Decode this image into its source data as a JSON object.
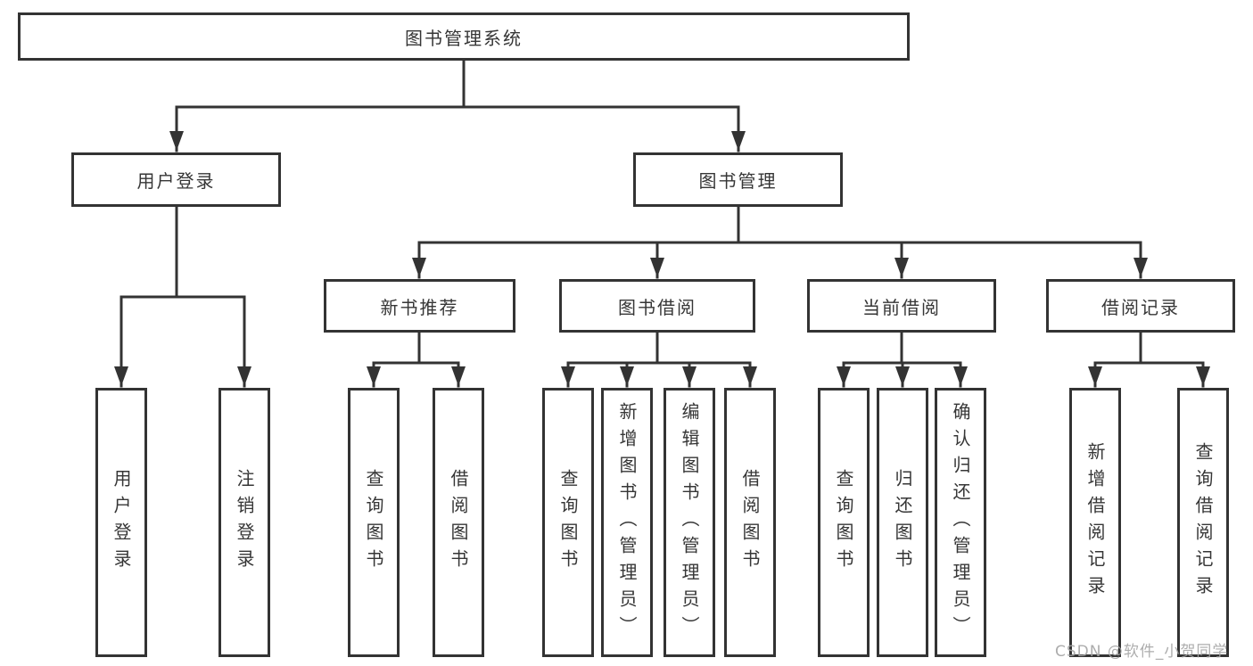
{
  "tree": {
    "label": "图书管理系统",
    "children": [
      {
        "label": "用户登录",
        "children": [
          {
            "label": "用户登录"
          },
          {
            "label": "注销登录"
          }
        ]
      },
      {
        "label": "图书管理",
        "children": [
          {
            "label": "新书推荐",
            "children": [
              {
                "label": "查询图书"
              },
              {
                "label": "借阅图书"
              }
            ]
          },
          {
            "label": "图书借阅",
            "children": [
              {
                "label": "查询图书"
              },
              {
                "label": "新增图书（管理员）"
              },
              {
                "label": "编辑图书（管理员）"
              },
              {
                "label": "借阅图书"
              }
            ]
          },
          {
            "label": "当前借阅",
            "children": [
              {
                "label": "查询图书"
              },
              {
                "label": "归还图书"
              },
              {
                "label": "确认归还（管理员）"
              }
            ]
          },
          {
            "label": "借阅记录",
            "children": [
              {
                "label": "新增借阅记录"
              },
              {
                "label": "查询借阅记录"
              }
            ]
          }
        ]
      }
    ]
  },
  "watermark": "CSDN @软件_小贺同学",
  "colors": {
    "line": "#333333",
    "text": "#363636",
    "background": "#ffffff",
    "watermark": "#a5a5a5"
  }
}
